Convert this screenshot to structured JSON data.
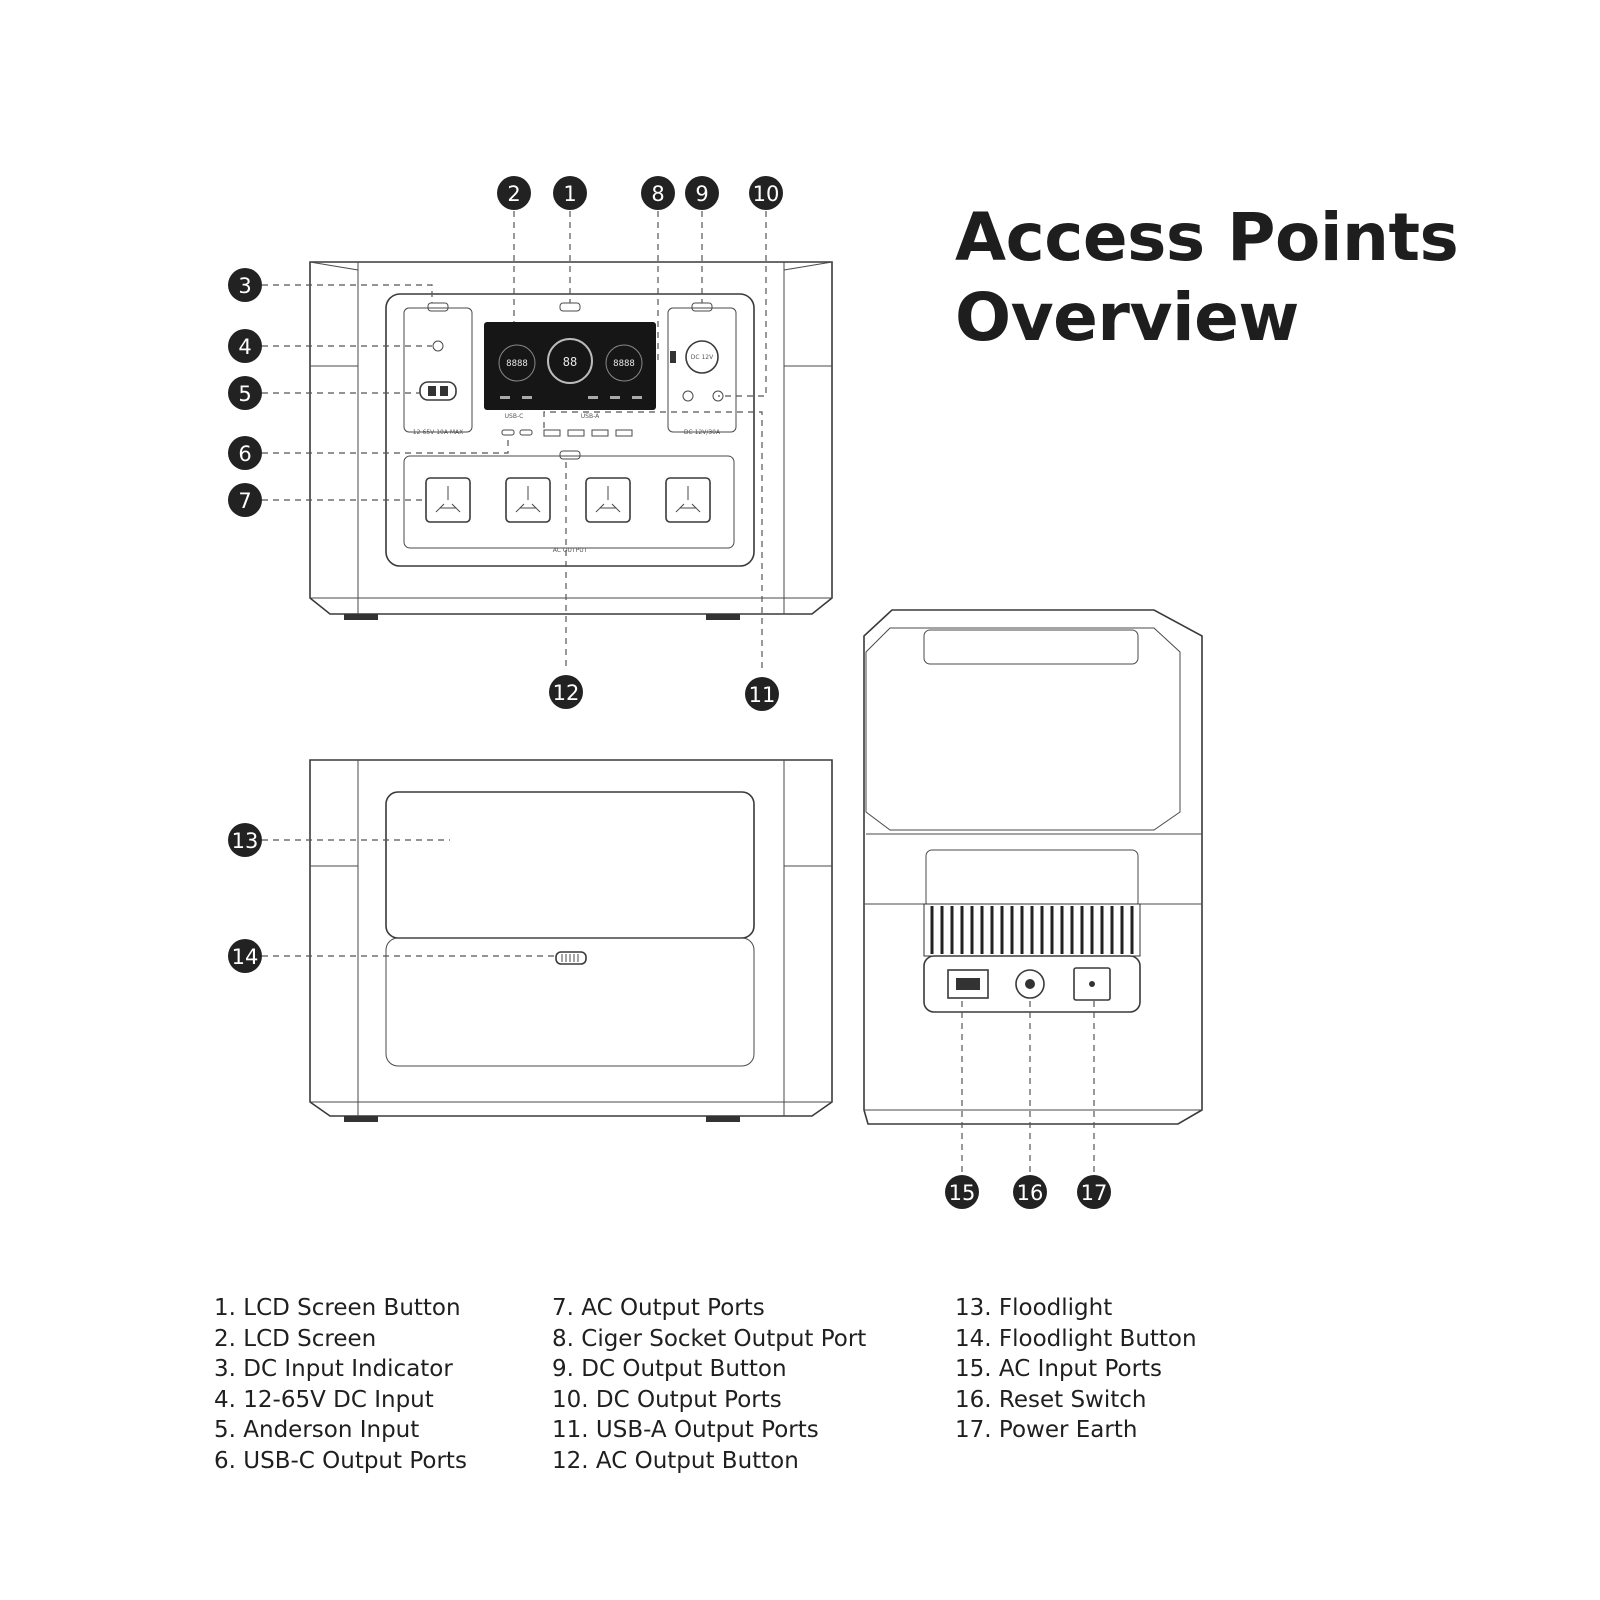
{
  "title": {
    "line1": "Access Points",
    "line2": "Overview"
  },
  "markers": [
    "1",
    "2",
    "3",
    "4",
    "5",
    "6",
    "7",
    "8",
    "9",
    "10",
    "11",
    "12",
    "13",
    "14",
    "15",
    "16",
    "17"
  ],
  "device_labels": {
    "dc_input": "12-65V 10A MAX",
    "dc_output": "DC 12V/30A",
    "usb_c": "USB-C",
    "usb_a": "USB-A",
    "ac_output": "AC OUTPUT",
    "lcd_center": "88",
    "lcd_left": "8888",
    "lcd_right": "8888",
    "dc_socket": "DC 12V"
  },
  "legend": {
    "col1": [
      "1. LCD Screen Button",
      "2. LCD Screen",
      "3. DC Input Indicator",
      "4. 12-65V DC Input",
      "5. Anderson Input",
      "6. USB-C Output Ports"
    ],
    "col2": [
      "7. AC Output Ports",
      "8. Ciger Socket Output Port",
      "9. DC Output Button",
      "10. DC Output Ports",
      "11. USB-A Output Ports",
      "12. AC Output Button"
    ],
    "col3": [
      "13. Floodlight",
      "14. Floodlight Button",
      "15. AC Input Ports",
      "16. Reset Switch",
      "17. Power Earth"
    ]
  },
  "colors": {
    "marker": "#222222",
    "line": "#3a3a3a",
    "lcd": "#161616"
  }
}
